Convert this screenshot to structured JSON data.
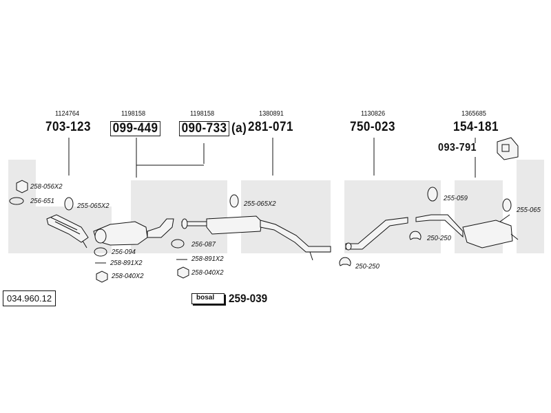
{
  "catalog_ref": "034.960.12",
  "watermark_text": "bosal",
  "colors": {
    "ink": "#111111",
    "watermark": "#e6e6e6",
    "pipe_fill": "#f2f2f2"
  },
  "sections": [
    {
      "oem": "1124764",
      "part": "703-123",
      "boxed": false
    },
    {
      "oem": "1198158",
      "part": "099-449",
      "boxed": true
    },
    {
      "oem": "1198158",
      "part": "090-733",
      "boxed": true,
      "suffix": "(a)"
    },
    {
      "oem": "1380891",
      "part": "281-071",
      "boxed": false
    },
    {
      "oem": "1130826",
      "part": "750-023",
      "boxed": false
    },
    {
      "oem": "1365685",
      "part": "154-181",
      "boxed": false
    }
  ],
  "bracket_part": "093-791",
  "fittings": {
    "nut_1": "258-056X2",
    "gasket_1": "256-651",
    "rubber_1": "255-065X2",
    "gasket_2": "256-094",
    "bolt_1": "258-891X2",
    "nut_2": "258-040X2",
    "gasket_3": "256-087",
    "bolt_2": "258-891X2",
    "nut_3": "258-040X2",
    "rubber_2": "255-065X2",
    "clamp_1": "250-250",
    "hanger_1": "255-059",
    "clamp_2": "250-250",
    "rubber_3": "255-065"
  },
  "kit": {
    "logo": "bosal",
    "part": "259-039"
  }
}
